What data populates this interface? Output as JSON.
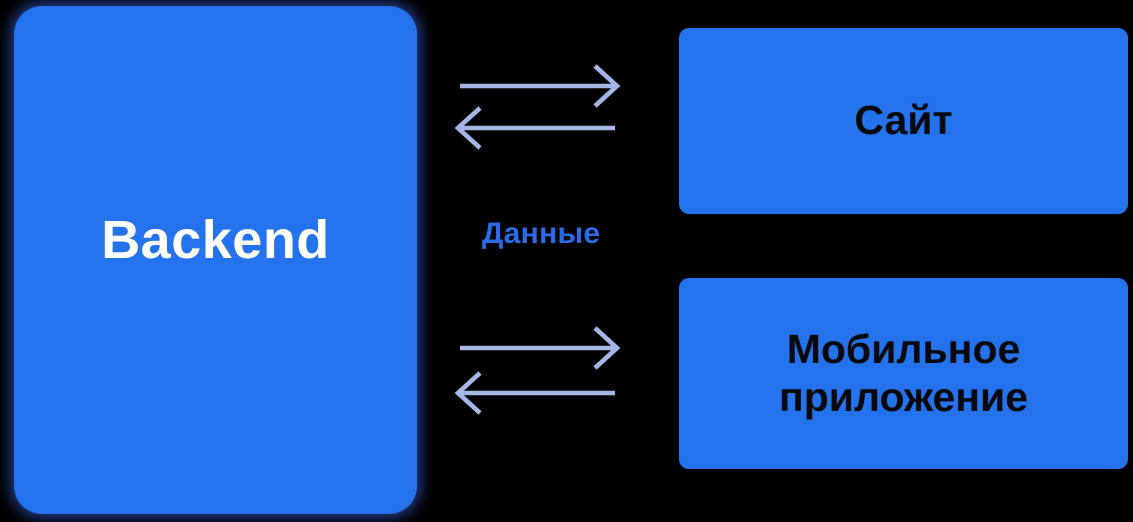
{
  "diagram": {
    "title": "Backend data flow diagram",
    "colors": {
      "background": "#000000",
      "box": "#2472EC",
      "arrow": "#A4B6E5",
      "data_label": "#2B6BE8",
      "backend_text": "#FFFFFF",
      "node_text": "#08090C"
    },
    "nodes": {
      "backend": {
        "label": "Backend"
      },
      "site": {
        "label": "Сайт"
      },
      "mobile": {
        "label_line1": "Мобильное",
        "label_line2": "приложение"
      }
    },
    "edges": {
      "data_label": "Данные",
      "top_pair": {
        "icons": [
          "arrow-right-icon",
          "arrow-left-icon"
        ]
      },
      "bottom_pair": {
        "icons": [
          "arrow-right-icon",
          "arrow-left-icon"
        ]
      }
    }
  }
}
